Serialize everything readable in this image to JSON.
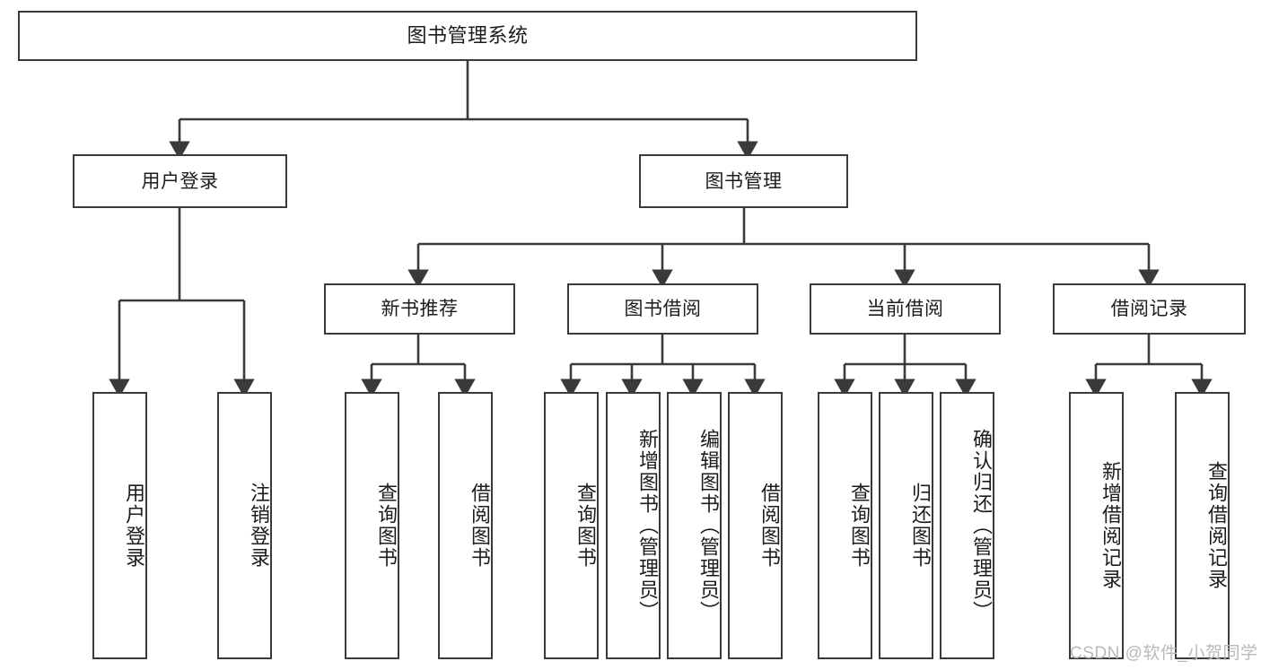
{
  "diagram": {
    "type": "tree-hierarchy",
    "title": "图书管理系统",
    "root": {
      "id": "root",
      "label": "图书管理系统"
    },
    "level1": [
      {
        "id": "user-login",
        "label": "用户登录"
      },
      {
        "id": "book-manage",
        "label": "图书管理"
      }
    ],
    "level2": [
      {
        "id": "new-book-rec",
        "label": "新书推荐",
        "parent": "book-manage"
      },
      {
        "id": "book-borrow",
        "label": "图书借阅",
        "parent": "book-manage"
      },
      {
        "id": "current-borrow",
        "label": "当前借阅",
        "parent": "book-manage"
      },
      {
        "id": "borrow-record",
        "label": "借阅记录",
        "parent": "book-manage"
      }
    ],
    "leaves": [
      {
        "id": "leaf-user-login",
        "label": "用户登录",
        "parent": "user-login"
      },
      {
        "id": "leaf-logout",
        "label": "注销登录",
        "parent": "user-login"
      },
      {
        "id": "leaf-query-book-1",
        "label": "查询图书",
        "parent": "new-book-rec"
      },
      {
        "id": "leaf-borrow-book-1",
        "label": "借阅图书",
        "parent": "new-book-rec"
      },
      {
        "id": "leaf-query-book-2",
        "label": "查询图书",
        "parent": "book-borrow"
      },
      {
        "id": "leaf-add-book",
        "label": "新增图书（管理员）",
        "parent": "book-borrow"
      },
      {
        "id": "leaf-edit-book",
        "label": "编辑图书（管理员）",
        "parent": "book-borrow"
      },
      {
        "id": "leaf-borrow-book-2",
        "label": "借阅图书",
        "parent": "book-borrow"
      },
      {
        "id": "leaf-query-book-3",
        "label": "查询图书",
        "parent": "current-borrow"
      },
      {
        "id": "leaf-return-book",
        "label": "归还图书",
        "parent": "current-borrow"
      },
      {
        "id": "leaf-confirm-return",
        "label": "确认归还（管理员）",
        "parent": "current-borrow"
      },
      {
        "id": "leaf-add-record",
        "label": "新增借阅记录",
        "parent": "borrow-record"
      },
      {
        "id": "leaf-query-record",
        "label": "查询借阅记录",
        "parent": "borrow-record"
      }
    ],
    "colors": {
      "stroke": "#3a3a3a",
      "background": "#ffffff",
      "text": "#1c1c1c",
      "watermark": "#b9b9b9"
    }
  },
  "watermark": {
    "text": "CSDN @软件_小贺同学"
  }
}
